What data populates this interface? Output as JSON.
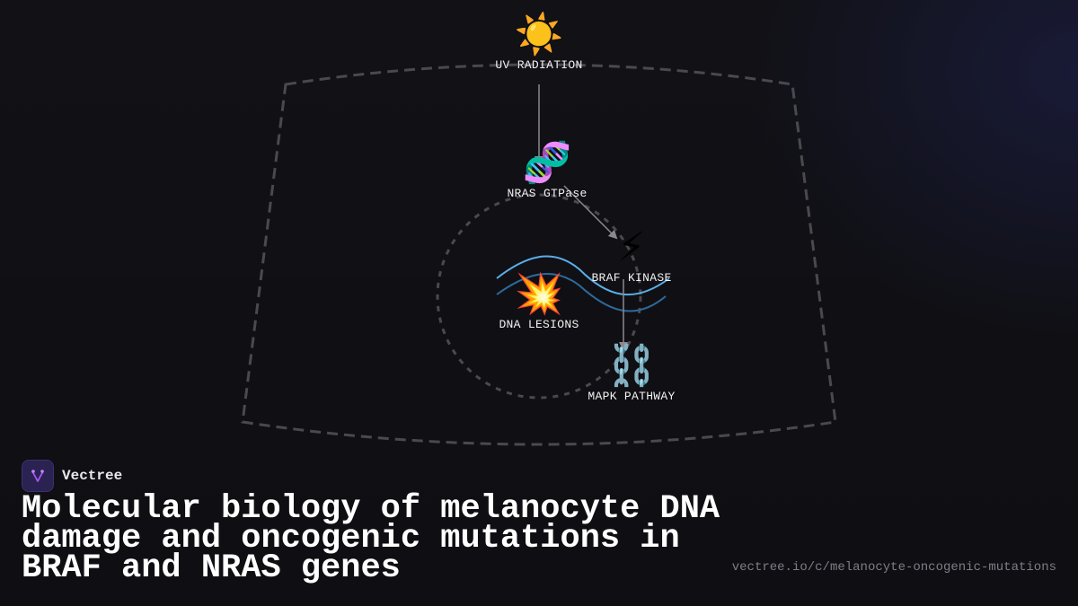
{
  "brand": {
    "name": "Vectree",
    "logo_icon": "vectree-logo-icon",
    "accent": "#a855f7"
  },
  "title": "Molecular biology of melanocyte DNA damage and oncogenic mutations in BRAF and NRAS genes",
  "url": "vectree.io/c/melanocyte-oncogenic-mutations",
  "diagram": {
    "nodes": [
      {
        "id": "uv",
        "label": "UV RADIATION",
        "icon": "sun-icon",
        "glyph": "☀️"
      },
      {
        "id": "nras",
        "label": "NRAS GTPase",
        "icon": "dna-icon",
        "glyph": "🧬"
      },
      {
        "id": "braf",
        "label": "BRAF KINASE",
        "icon": "lightning-icon",
        "glyph": "⚡"
      },
      {
        "id": "dna",
        "label": "DNA LESIONS",
        "icon": "collision-icon",
        "glyph": "💥"
      },
      {
        "id": "mapk",
        "label": "MAPK PATHWAY",
        "icon": "chain-icon",
        "glyph": "⛓️"
      }
    ],
    "edges": [
      {
        "from": "uv",
        "to": "nras"
      },
      {
        "from": "nras",
        "to": "braf"
      },
      {
        "from": "braf",
        "to": "mapk"
      }
    ],
    "colors": {
      "dashed_outline": "#4a4a4e",
      "arrow": "#8a8a8e",
      "wave_primary": "#5aaee8",
      "wave_secondary": "#2e6a9c"
    }
  }
}
